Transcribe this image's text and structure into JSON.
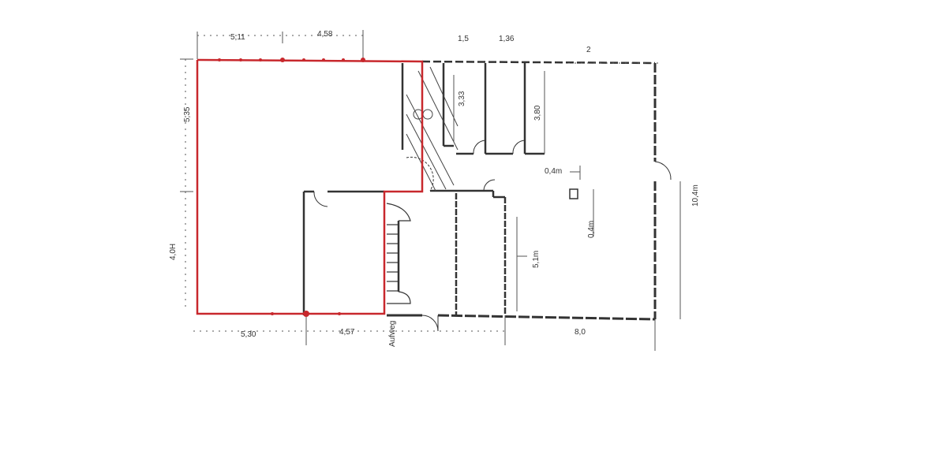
{
  "drawing": {
    "type": "floor-plan",
    "highlight_color": "#c8282d",
    "line_color": "#333333"
  },
  "dimensions": {
    "top_left": "5,11",
    "top_mid": "4,58",
    "top_r1": "1,5",
    "top_r2": "1,36",
    "top_r3": "2",
    "left_upper": "5,35",
    "left_lower": "4,0H",
    "bottom_left": "5,30",
    "bottom_mid": "4,57",
    "bottom_right": "8,0",
    "wc_height": "3,33",
    "room_height": "3,80",
    "pillar_w": "0,4m",
    "pillar_h": "0,4m",
    "hall_depth": "5,1m",
    "right_total": "10,4m"
  },
  "labels": {
    "entrance": "Aufweg"
  }
}
